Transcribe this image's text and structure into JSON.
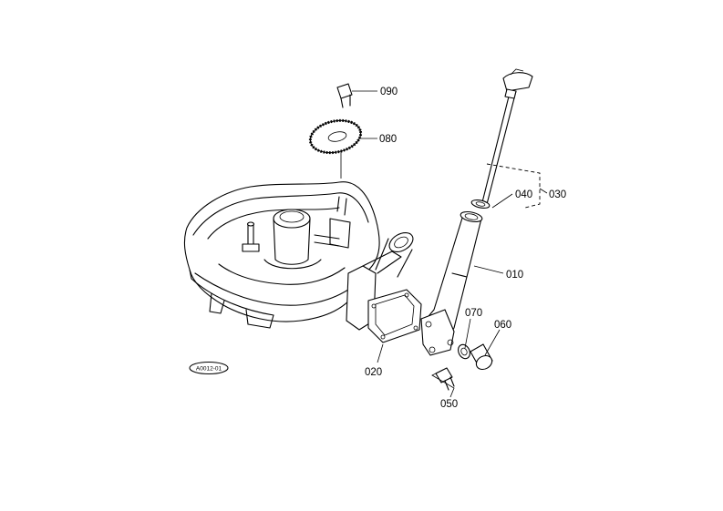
{
  "callouts": {
    "p090": "090",
    "p080": "080",
    "p040": "040",
    "p030": "030",
    "p010": "010",
    "p070": "070",
    "p060": "060",
    "p020": "020",
    "p050": "050"
  },
  "reference_code": "A0012-01"
}
